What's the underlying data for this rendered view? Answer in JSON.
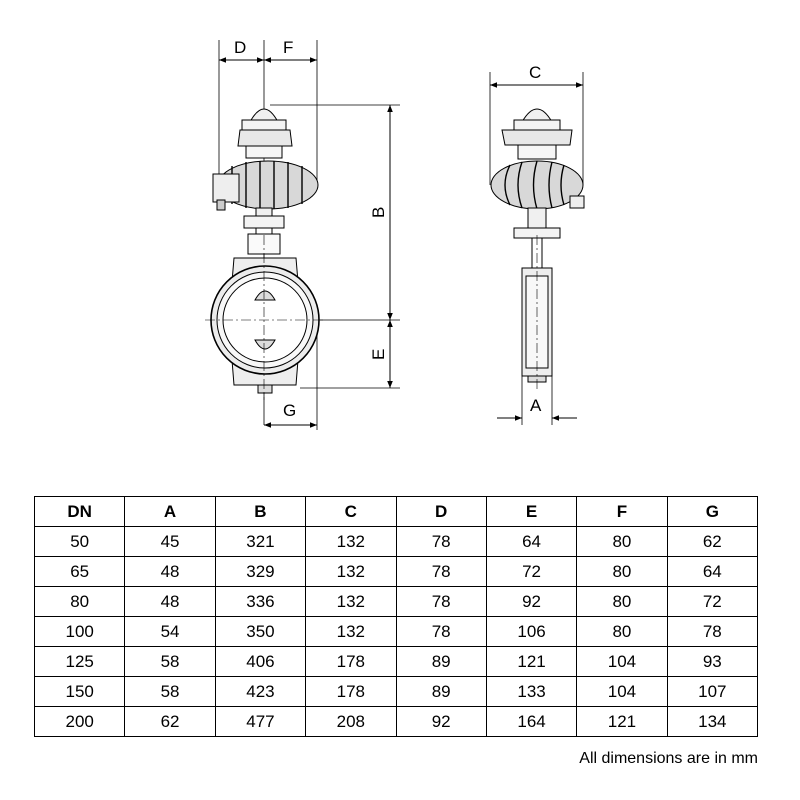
{
  "drawing": {
    "dimension_labels": {
      "D": "D",
      "F": "F",
      "C": "C",
      "B": "B",
      "E": "E",
      "G": "G",
      "A": "A"
    }
  },
  "table": {
    "headers": [
      "DN",
      "A",
      "B",
      "C",
      "D",
      "E",
      "F",
      "G"
    ],
    "rows": [
      [
        "50",
        "45",
        "321",
        "132",
        "78",
        "64",
        "80",
        "62"
      ],
      [
        "65",
        "48",
        "329",
        "132",
        "78",
        "72",
        "80",
        "64"
      ],
      [
        "80",
        "48",
        "336",
        "132",
        "78",
        "92",
        "80",
        "72"
      ],
      [
        "100",
        "54",
        "350",
        "132",
        "78",
        "106",
        "80",
        "78"
      ],
      [
        "125",
        "58",
        "406",
        "178",
        "89",
        "121",
        "104",
        "93"
      ],
      [
        "150",
        "58",
        "423",
        "178",
        "89",
        "133",
        "104",
        "107"
      ],
      [
        "200",
        "62",
        "477",
        "208",
        "92",
        "164",
        "121",
        "134"
      ]
    ]
  },
  "note": "All dimensions are in mm"
}
